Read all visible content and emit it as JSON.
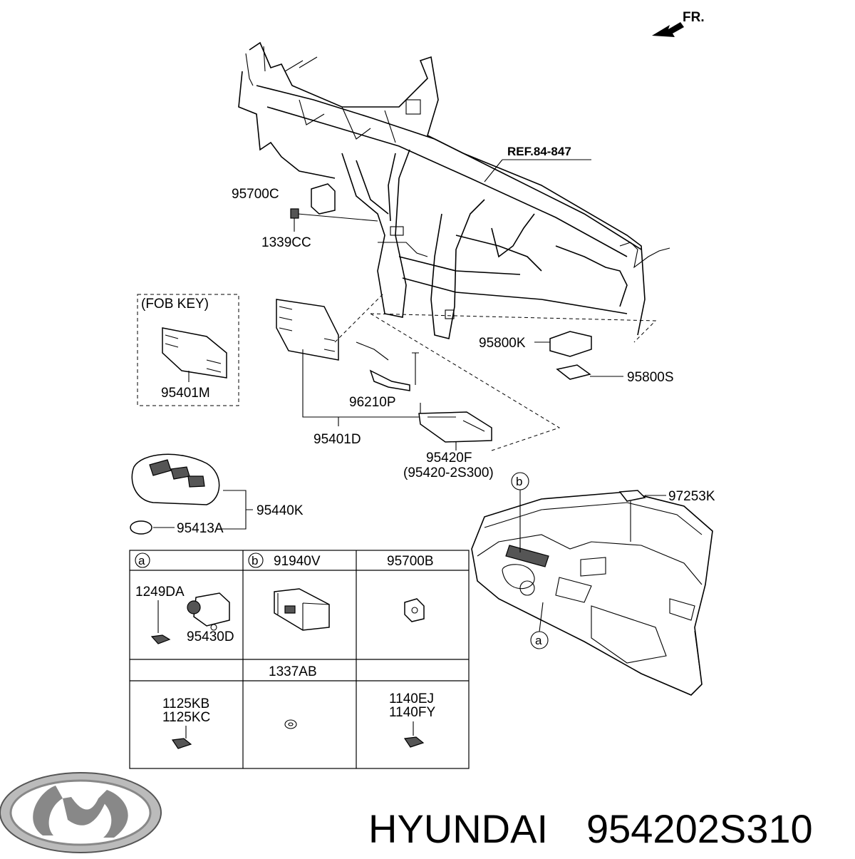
{
  "direction": "FR.",
  "ref_label": "REF.84-847",
  "callouts": {
    "p95700C": "95700C",
    "p1339CC": "1339CC",
    "fob_key": "(FOB KEY)",
    "p95401M": "95401M",
    "p96210P": "96210P",
    "p95401D": "95401D",
    "p95800K": "95800K",
    "p95800S": "95800S",
    "p95420F": "95420F",
    "p95420_alt": "(95420-2S300)",
    "p95440K": "95440K",
    "p95413A": "95413A",
    "p97253K": "97253K",
    "marker_a": "a",
    "marker_b": "b"
  },
  "table": {
    "header_a_marker": "a",
    "header_b_marker": "b",
    "header_b_part": "91940V",
    "header_c_part": "95700B",
    "cell_a_1249": "1249DA",
    "cell_a_95430": "95430D",
    "row2_mid": "1337AB",
    "row3_left_1": "1125KB",
    "row3_left_2": "1125KC",
    "row3_right_1": "1140EJ",
    "row3_right_2": "1140FY"
  },
  "footer": {
    "brand": "HYUNDAI",
    "part_number": "954202S310"
  },
  "logo_icon": "hyundai-logo-icon"
}
